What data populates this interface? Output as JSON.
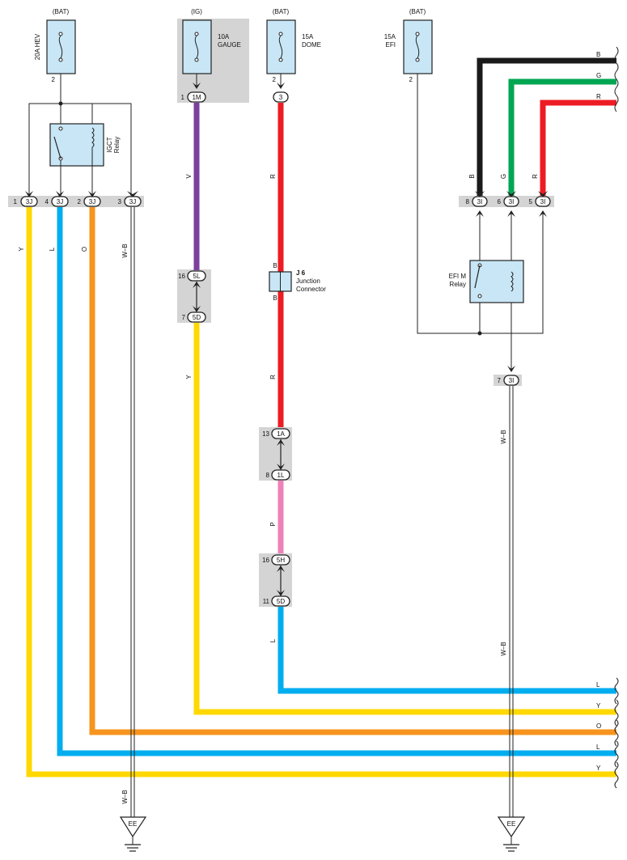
{
  "fuses": {
    "hev": {
      "source": "(BAT)",
      "label": "20A HEV",
      "pin": "2"
    },
    "gauge": {
      "source": "(IG)",
      "label1": "10A",
      "label2": "GAUGE",
      "pin": "1",
      "conn": "1M"
    },
    "dome": {
      "source": "(BAT)",
      "label1": "15A",
      "label2": "DOME",
      "pin": "2",
      "conn": "3"
    },
    "efi": {
      "source": "(BAT)",
      "label1": "15A",
      "label2": "EFI",
      "pin": "2"
    }
  },
  "relays": {
    "igct": {
      "line1": "IGCT",
      "line2": "Relay"
    },
    "efim": {
      "line1": "EFI M",
      "line2": "Relay"
    }
  },
  "connectors_3j": [
    {
      "pin": "1",
      "id": "3J",
      "color": "Y"
    },
    {
      "pin": "4",
      "id": "3J",
      "color": "L"
    },
    {
      "pin": "2",
      "id": "3J",
      "color": "O"
    },
    {
      "pin": "3",
      "id": "3J",
      "color": "W–B"
    }
  ],
  "connectors_3i": [
    {
      "pin": "8",
      "id": "3I",
      "color": "B"
    },
    {
      "pin": "6",
      "id": "3I",
      "color": "G"
    },
    {
      "pin": "5",
      "id": "3I",
      "color": "R"
    }
  ],
  "connector_3i_ground": {
    "pin": "7",
    "id": "3I",
    "color": "W–B",
    "color2": "W–B"
  },
  "gauge_path": {
    "wire1": "V",
    "c1": {
      "pin": "16",
      "id": "5L"
    },
    "c2": {
      "pin": "7",
      "id": "5D"
    },
    "wire2": "Y"
  },
  "dome_path": {
    "wire1": "R",
    "junction": {
      "id": "J 6",
      "name1": "Junction",
      "name2": "Connector",
      "top": "B",
      "bottom": "B"
    },
    "wire2": "R",
    "c1": {
      "pin": "13",
      "id": "1A"
    },
    "c2": {
      "pin": "8",
      "id": "1L"
    },
    "wire3": "P",
    "c3": {
      "pin": "16",
      "id": "5H"
    },
    "c4": {
      "pin": "11",
      "id": "5D"
    },
    "wire4": "L"
  },
  "right_outputs_top": [
    "B",
    "G",
    "R"
  ],
  "right_outputs_bottom": [
    "L",
    "Y",
    "O",
    "L",
    "Y"
  ],
  "grounds": [
    {
      "wire": "W–B",
      "label": "EE"
    },
    {
      "label": "EE"
    }
  ],
  "colors": {
    "yellow": "#FFD800",
    "blue": "#00AEEF",
    "orange": "#F7941D",
    "violet": "#7B3F9E",
    "red": "#ED1C24",
    "pink": "#EE82B8",
    "green": "#00A651",
    "black": "#1A1A1A",
    "fuse_fill": "#C8E6F5",
    "shade": "#D4D4D4"
  }
}
